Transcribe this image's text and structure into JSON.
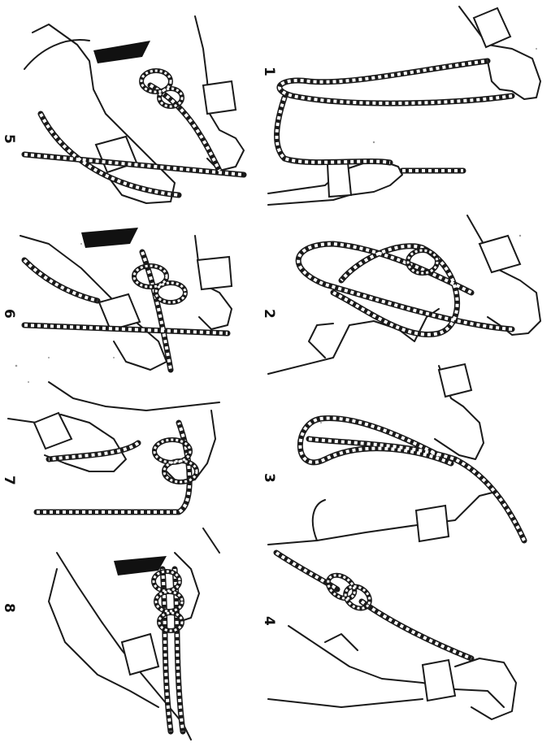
{
  "panels": [
    {
      "id": "step-1",
      "label": "1"
    },
    {
      "id": "step-2",
      "label": "2"
    },
    {
      "id": "step-3",
      "label": "3"
    },
    {
      "id": "step-4",
      "label": "4"
    },
    {
      "id": "step-5",
      "label": "5"
    },
    {
      "id": "step-6",
      "label": "6"
    },
    {
      "id": "step-7",
      "label": "7"
    },
    {
      "id": "step-8",
      "label": "8"
    }
  ],
  "colors": {
    "ink": "#1a1a1a",
    "paper": "#ffffff"
  }
}
